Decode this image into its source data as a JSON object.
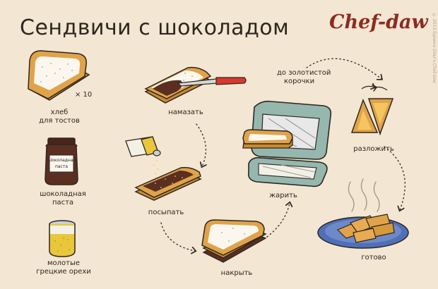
{
  "title": "Сендвичи с шоколадом",
  "logo": "Chef-daw",
  "copyright": "© 2013 Бунина Ольга Chef-daw",
  "ingredients": {
    "bread_qty": "× 10",
    "bread_line1": "хлеб",
    "bread_line2": "для тостов",
    "jar_label_line1": "Шоколадная",
    "jar_label_line2": "паста",
    "paste_line1": "шоколадная",
    "paste_line2": "паста",
    "nuts_line1": "молотые",
    "nuts_line2": "грецкие орехи"
  },
  "steps": {
    "spread": "намазать",
    "sprinkle": "посыпать",
    "cover": "накрыть",
    "fry": "жарить",
    "golden_line1": "до золотистой",
    "golden_line2": "корочки",
    "lay_out": "разложить",
    "ready": "готово"
  },
  "colors": {
    "background": "#f3e6d2",
    "toast": "#e0a34a",
    "toast_dark": "#c98a33",
    "chocolate": "#5a2f22",
    "nuts": "#e8c73a",
    "knife": "#d9392c",
    "toaster": "#95b7ae",
    "plate": "#4f6fb8",
    "logo": "#8c2c22"
  },
  "icons": [
    "bread-icon",
    "jar-icon",
    "nuts-jar-icon",
    "knife-icon",
    "shaker-icon",
    "sandwich-icon",
    "toaster-icon",
    "toast-triangles-icon",
    "plate-icon",
    "steam-icon",
    "dotted-arrow-icon"
  ]
}
